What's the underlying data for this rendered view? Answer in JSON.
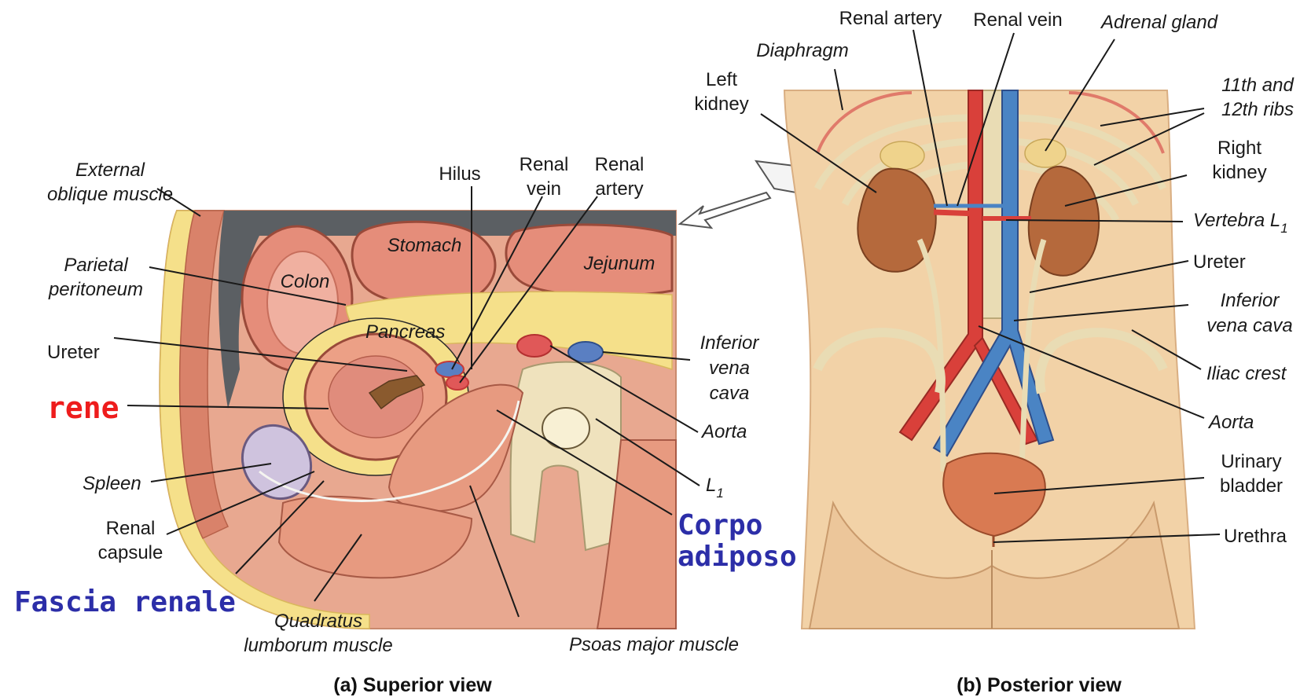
{
  "colors": {
    "skin": "#f2d2a7",
    "skin_shadow": "#e4b88a",
    "muscle": "#e79a80",
    "fat": "#f5e08a",
    "kidney": "#b5693c",
    "artery": "#d9403a",
    "vein": "#4a84c4",
    "bone": "#efe2bd",
    "peritoneum": "#5b5f63",
    "annotation_red": "#ee1c1c",
    "annotation_blue": "#2c2ea8"
  },
  "panel_a": {
    "caption": "(a) Superior view",
    "labels": {
      "external_oblique": [
        "External",
        "oblique muscle"
      ],
      "parietal_peritoneum": [
        "Parietal",
        "peritoneum"
      ],
      "ureter": "Ureter",
      "spleen": "Spleen",
      "renal_capsule": [
        "Renal",
        "capsule"
      ],
      "quadratus": [
        "Quadratus",
        "lumborum muscle"
      ],
      "psoas": "Psoas major muscle",
      "hilus": "Hilus",
      "renal_vein": [
        "Renal",
        "vein"
      ],
      "renal_artery": [
        "Renal",
        "artery"
      ],
      "stomach": "Stomach",
      "colon": "Colon",
      "jejunum": "Jejunum",
      "pancreas": "Pancreas",
      "ivc": [
        "Inferior",
        "vena",
        "cava"
      ],
      "aorta": "Aorta",
      "l1": "L",
      "l1_sub": "1"
    },
    "annotations": {
      "rene": "rene",
      "fascia": "Fascia renale",
      "corpo": [
        "Corpo",
        "adiposo"
      ]
    }
  },
  "panel_b": {
    "caption": "(b) Posterior view",
    "labels": {
      "renal_artery": "Renal artery",
      "renal_vein": "Renal vein",
      "adrenal": "Adrenal gland",
      "diaphragm": "Diaphragm",
      "left_kidney": [
        "Left",
        "kidney"
      ],
      "ribs": [
        "11th and",
        "12th ribs"
      ],
      "right_kidney": [
        "Right",
        "kidney"
      ],
      "vertebra": "Vertebra L",
      "vertebra_sub": "1",
      "ureter": "Ureter",
      "ivc": [
        "Inferior",
        "vena cava"
      ],
      "iliac": "Iliac crest",
      "aorta": "Aorta",
      "bladder": [
        "Urinary",
        "bladder"
      ],
      "urethra": "Urethra"
    }
  }
}
